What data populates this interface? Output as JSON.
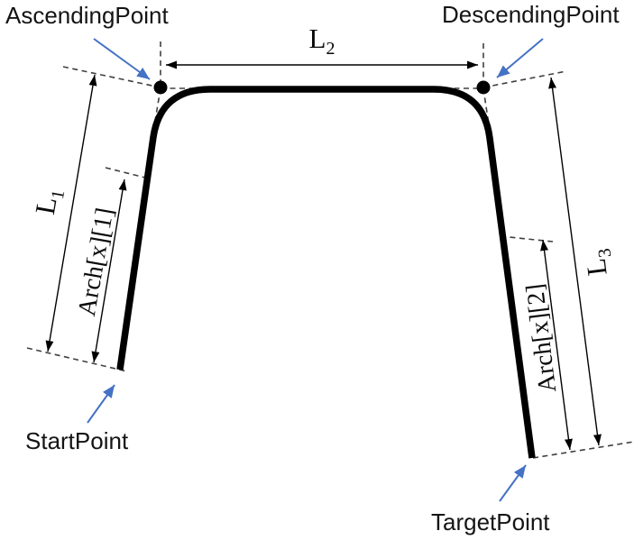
{
  "figure": {
    "description": "Flight path profile diagram with three segments (ascent, cruise, descent), labeled endpoints and dimension lines",
    "colors": {
      "stroke": "#000000",
      "annotation_arrow": "#4472C4",
      "dashed_line": "#404040",
      "background": "#ffffff"
    },
    "annotations": {
      "ascending_point": "AscendingPoint",
      "descending_point": "DescendingPoint",
      "start_point": "StartPoint",
      "target_point": "TargetPoint"
    },
    "dimensions": {
      "l1": {
        "base": "L",
        "sub": "1"
      },
      "l2": {
        "base": "L",
        "sub": "2"
      },
      "l3": {
        "base": "L",
        "sub": "3"
      },
      "arch_1": "Arch[x][1]",
      "arch_2": "Arch[x][2]"
    }
  }
}
